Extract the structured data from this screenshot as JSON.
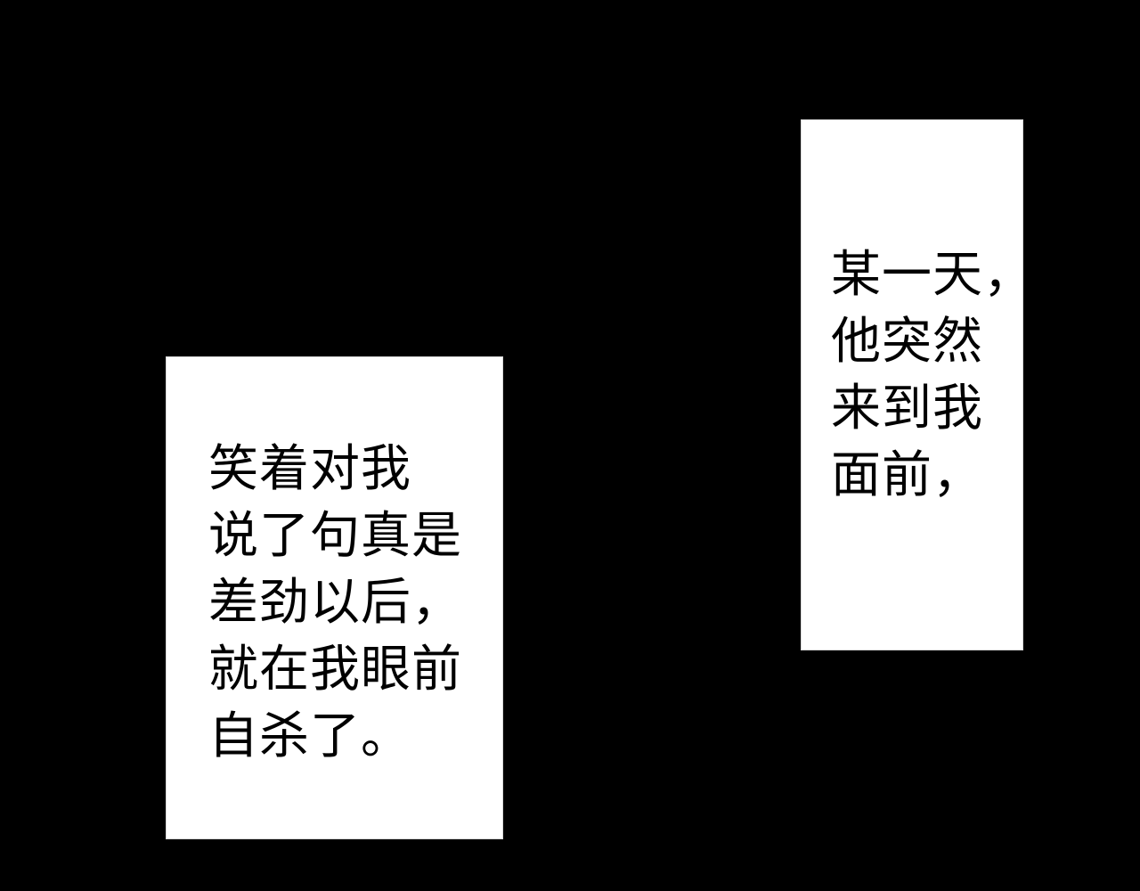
{
  "colors": {
    "background": "#000000",
    "caption_box": "#ffffff",
    "text": "#000000"
  },
  "caption_right": {
    "lines": [
      "某一天，",
      "他突然",
      "来到我",
      "面前，"
    ]
  },
  "caption_left": {
    "lines": [
      "笑着对我",
      "说了句真是",
      "差劲以后，",
      "就在我眼前",
      "自杀了。"
    ]
  }
}
